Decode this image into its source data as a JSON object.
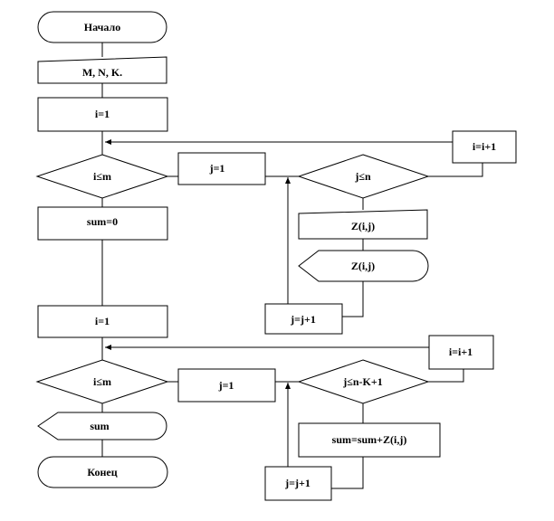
{
  "flowchart": {
    "start": "Начало",
    "input": "M, N, K.",
    "loop1": {
      "init_i": "i=1",
      "cond_i": "i≤m",
      "init_j": "j=1",
      "cond_j": "j≤n",
      "inc_i": "i=i+1",
      "read": "Z(i,j)",
      "show": "Z(i,j)",
      "inc_j": "j=j+1"
    },
    "sum_init": "sum=0",
    "loop2": {
      "init_i": "i=1",
      "cond_i": "i≤m",
      "init_j": "j=1",
      "cond_j": "j≤n-K+1",
      "inc_i": "i=i+1",
      "accumulate": "sum=sum+Z(i,j)",
      "inc_j": "j=j+1"
    },
    "output": "sum",
    "end": "Конец"
  }
}
